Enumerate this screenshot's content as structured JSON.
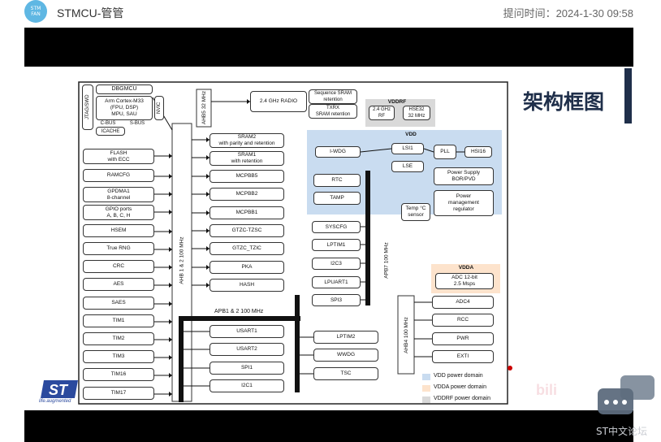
{
  "header": {
    "avatar_text": "STM\nFAN",
    "username": "STMCU-管管",
    "ask_time": "提问时间：2024-1-30 09:58"
  },
  "slide": {
    "title": "架构框图"
  },
  "diagram": {
    "left_blocks": [
      "FLASH\nwith ECC",
      "RAMCFG",
      "GPDMA1\n8-channel",
      "GPIO ports\nA, B, C, H",
      "HSEM",
      "True RNG",
      "CRC",
      "AES",
      "SAES",
      "TIM1",
      "TIM2",
      "TIM3",
      "TIM16",
      "TIM17"
    ],
    "cpu": {
      "dbg": "DBGMCU",
      "core": "Arm Cortex-M33\n(FPU, DSP)\nMPU, SAU",
      "cbus": "C-BUS",
      "sbus": "S-BUS",
      "icache": "ICACHE",
      "jtag": "JTAG/SWD",
      "nvic": "NVIC"
    },
    "ahb_bus_label": "AHB 1 & 2 100 MHz",
    "ahb5_label": "AHB5 32 MHz",
    "apb12_label": "APB1 & 2 100 MHz",
    "apb7_label": "APB7 100 MHz",
    "ahb4_label": "AHB4 100 MHz",
    "middle_blocks": [
      "SRAM2\nwith parity and retention",
      "SRAM1\nwith retention",
      "MCPBB5",
      "MCPBB2",
      "MCPBB1",
      "GTZC-TZSC",
      "GTZC_TZIC",
      "PKA",
      "HASH"
    ],
    "apb_blocks": [
      "USART1",
      "USART2",
      "SPI1",
      "I2C1"
    ],
    "apb_blocks2": [
      "LPTIM2",
      "WWDG",
      "TSC"
    ],
    "radio": {
      "radio": "2.4 GHz RADIO",
      "seq_sram": "Sequence SRAM\nretention",
      "txrx": "TXRX\nSRAM retention",
      "vddrf": "VDDRF",
      "rf": "2.4 GHz\nRF",
      "hse": "HSE32\n32 MHz"
    },
    "vdd": {
      "label": "VDD",
      "iwdg": "I-WDG",
      "lsi": "LSI1",
      "lse": "LSE",
      "pll": "PLL",
      "hsi": "HSI16",
      "rtc": "RTC",
      "tamp": "TAMP",
      "power_supply": "Power Supply\nBOR/PVD",
      "temp": "Temp °C\nsensor",
      "pmr": "Power\nmanagement\nregulator"
    },
    "apb7_blocks": [
      "SYSCFG",
      "LPTIM1",
      "I2C3",
      "LPUART1",
      "SPI3"
    ],
    "vdda": {
      "label": "VDDA",
      "adc": "ADC 12-bit\n2.5 Msps"
    },
    "ahb4_blocks": [
      "ADC4",
      "RCC",
      "PWR",
      "EXTI"
    ],
    "legend": [
      {
        "text": "VDD power domain",
        "color": "#c9dcf0"
      },
      {
        "text": "VDDA power domain",
        "color": "#fde3cc"
      },
      {
        "text": "VDDRF power domain",
        "color": "#d9d9d9"
      }
    ],
    "st_logo_caption": "life.augmented"
  },
  "overlay": {
    "forum_label": "ST中文论坛",
    "watermark": "bili"
  }
}
